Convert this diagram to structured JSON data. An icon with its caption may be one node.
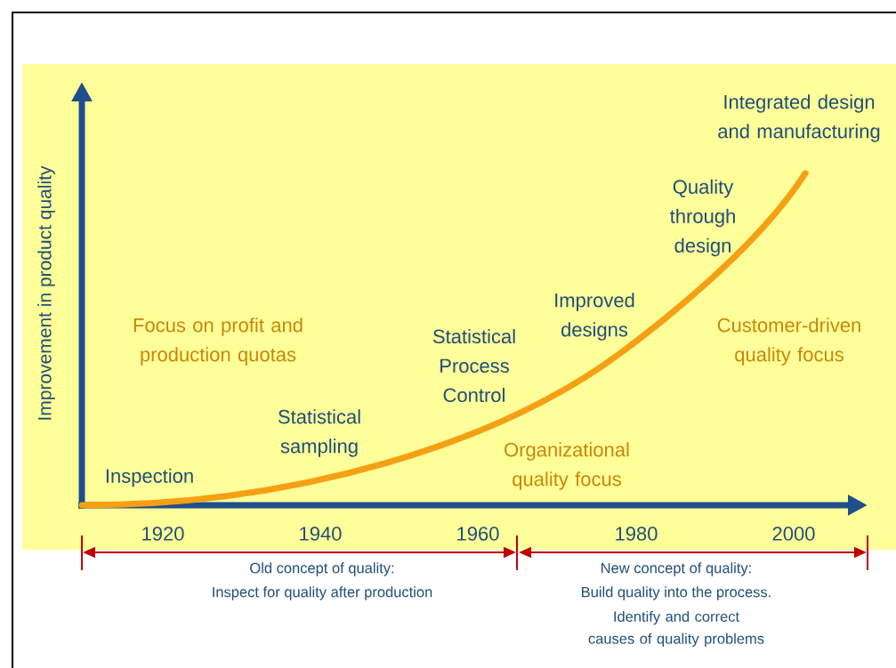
{
  "diagram": {
    "labels": [
      "Improvement in product quality",
      "Integrated design and manufacturing",
      "Quality through design",
      "Focus on profit and production quotas",
      "Statistical Process Control",
      "Improved designs",
      "Customer-driven quality focus",
      "Statistical sampling",
      "Organizational quality focus",
      "Inspection",
      "1920",
      "1940",
      "1960",
      "1980",
      "2000",
      "Old concept of quality:",
      "Inspect for quality after production",
      "New concept of quality:",
      "Build quality into the process.",
      "Identify and correct causes of quality problems"
    ]
  }
}
